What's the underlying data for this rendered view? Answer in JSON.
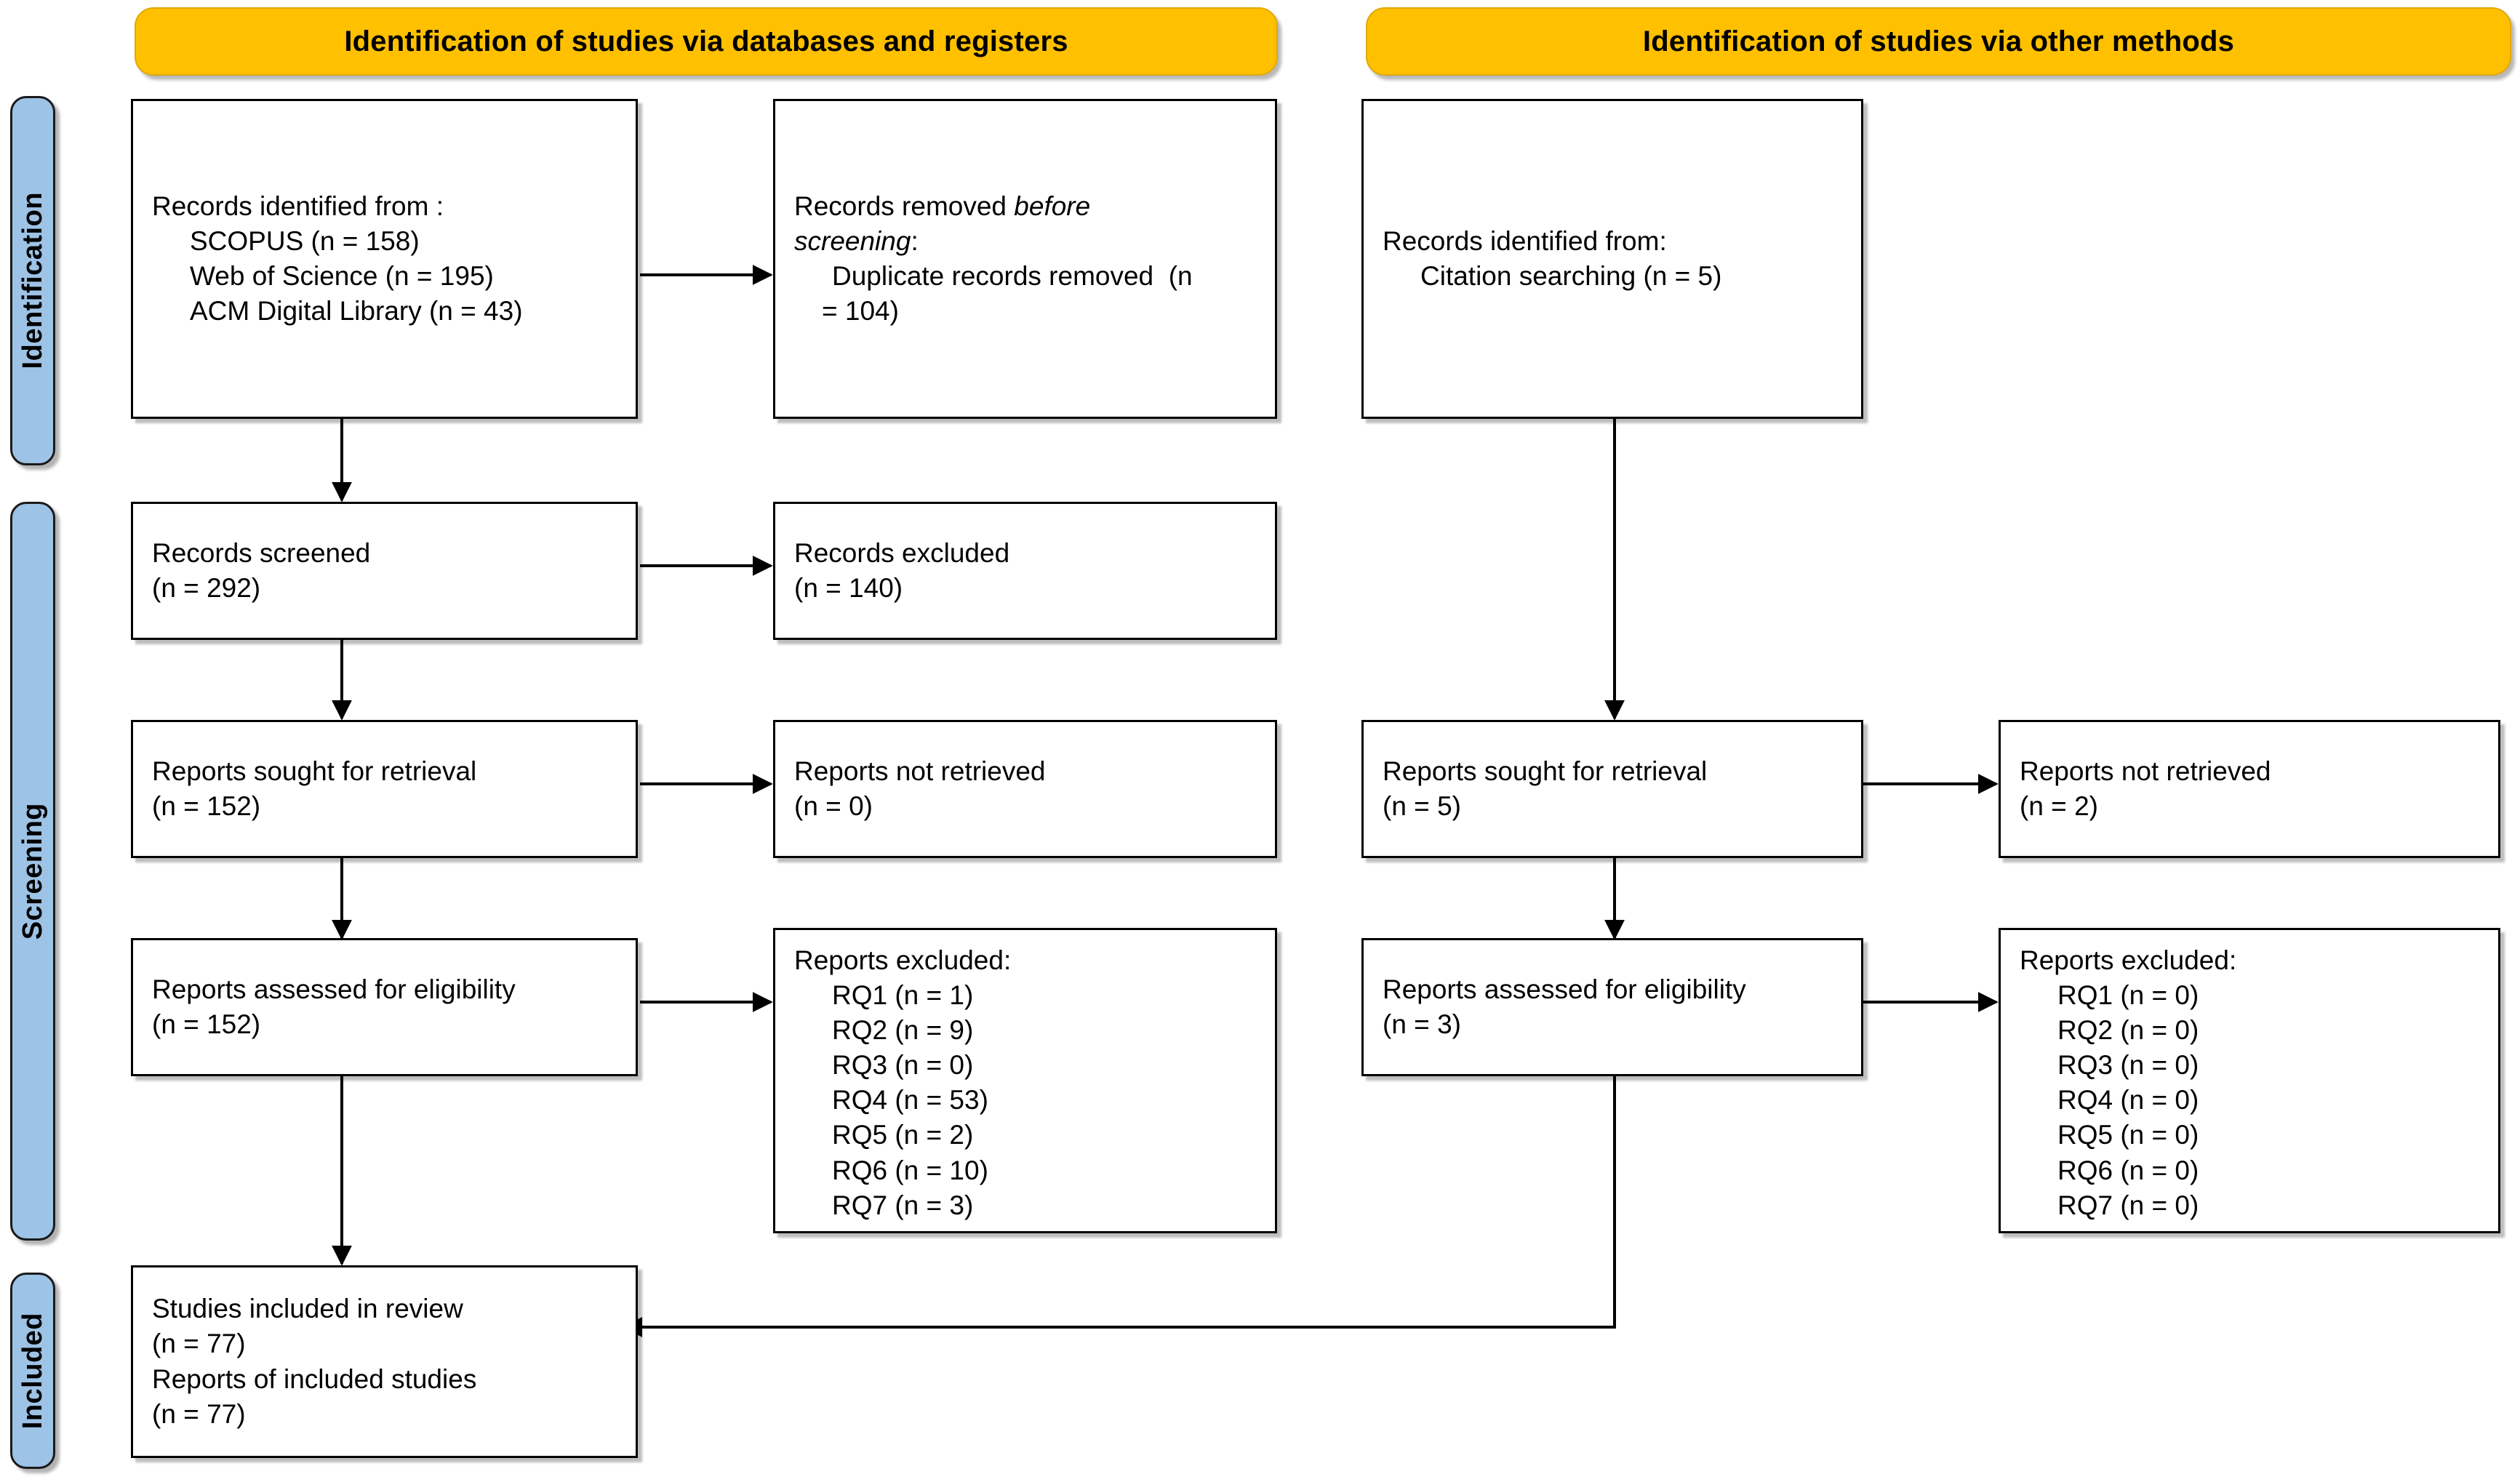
{
  "diagram": {
    "title": "PRISMA 2020 flow diagram",
    "colors": {
      "banner_fill": "#FFC000",
      "side_label_fill": "#9DC3E6",
      "box_border": "#000000",
      "box_fill": "#FFFFFF",
      "connector": "#000000"
    }
  },
  "banners": {
    "databases": "Identification of studies via databases and registers",
    "other": "Identification of studies via other methods"
  },
  "phases": {
    "identification": "Identification",
    "screening": "Screening",
    "included": "Included"
  },
  "left_column": {
    "records_identified": {
      "header": "Records identified from :",
      "sources": [
        "SCOPUS (n = 158)",
        "Web of Science (n = 195)",
        "ACM Digital Library (n = 43)"
      ]
    },
    "records_removed": {
      "header_plain": "Records removed ",
      "header_italic_a": "before",
      "header_italic_b": "screening",
      "header_colon": ":",
      "items": [
        "Duplicate records removed  (n",
        "= 104)"
      ]
    },
    "records_screened": {
      "label": "Records screened",
      "count": "(n = 292)"
    },
    "records_excluded": {
      "label": "Records excluded",
      "count": "(n = 140)"
    },
    "reports_sought": {
      "label": "Reports sought for retrieval",
      "count": "(n = 152)"
    },
    "reports_not_retrieved": {
      "label": "Reports not retrieved",
      "count": "(n = 0)"
    },
    "reports_assessed": {
      "label": "Reports assessed for eligibility",
      "count": "(n = 152)"
    },
    "reports_excluded": {
      "header": "Reports excluded:",
      "reasons": [
        "RQ1 (n = 1)",
        "RQ2 (n = 9)",
        "RQ3 (n = 0)",
        "RQ4 (n = 53)",
        "RQ5 (n = 2)",
        "RQ6 (n = 10)",
        "RQ7 (n = 3)"
      ]
    }
  },
  "right_column": {
    "records_identified": {
      "header": "Records identified from:",
      "sources": [
        "Citation searching (n = 5)"
      ]
    },
    "reports_sought": {
      "label": "Reports sought for retrieval",
      "count": "(n = 5)"
    },
    "reports_not_retrieved": {
      "label": "Reports not retrieved",
      "count": "(n = 2)"
    },
    "reports_assessed": {
      "label": "Reports assessed for eligibility",
      "count": "(n = 3)"
    },
    "reports_excluded": {
      "header": "Reports excluded:",
      "reasons": [
        "RQ1 (n = 0)",
        "RQ2 (n = 0)",
        "RQ3 (n = 0)",
        "RQ4 (n = 0)",
        "RQ5 (n = 0)",
        "RQ6 (n = 0)",
        "RQ7 (n = 0)"
      ]
    }
  },
  "included_box": {
    "studies_label": "Studies included in review",
    "studies_count": "(n = 77)",
    "reports_label": "Reports of included studies",
    "reports_count": "(n = 77)"
  }
}
